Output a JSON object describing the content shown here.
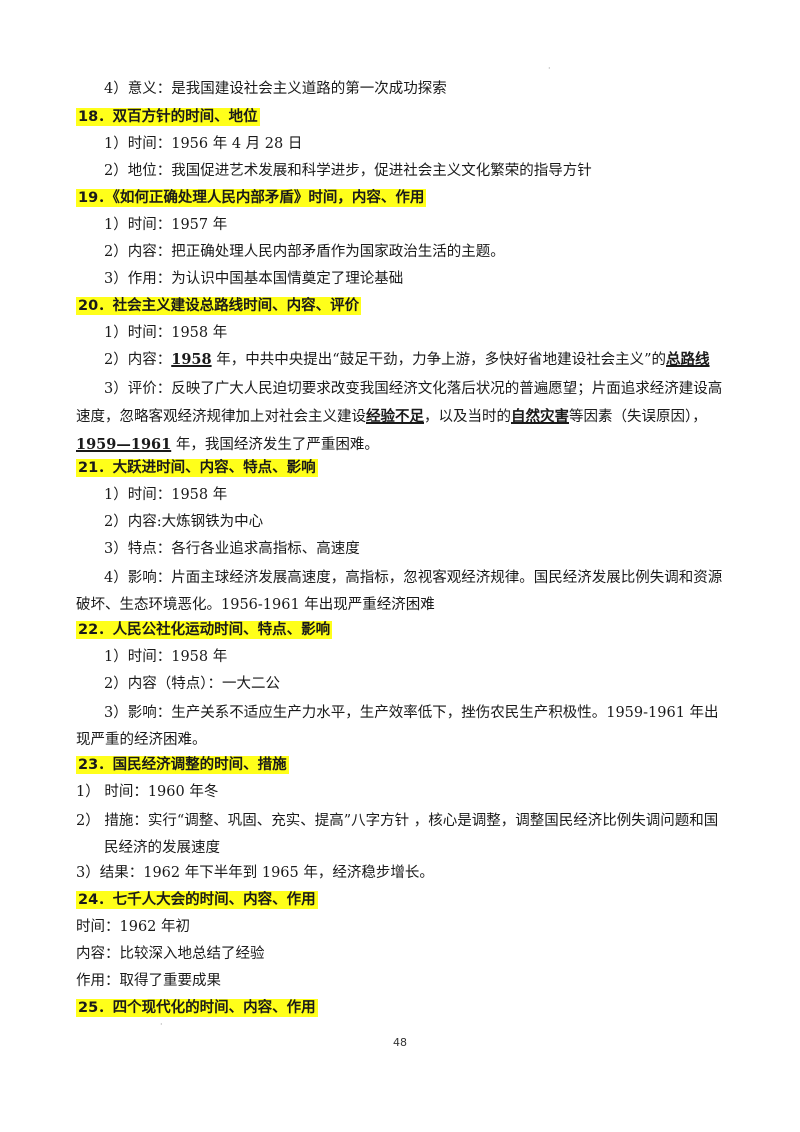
{
  "lines": [
    {
      "text": "4）意义：是我国建设社会主义道路的第一次成功探索"
    },
    {
      "text": "18．双百方针的时间、地位"
    },
    {
      "text": "1）时间：1956 年 4 月 28 日"
    },
    {
      "text": "2）地位：我国促进艺术发展和科学进步，促进社会主义文化繁荣的指导方针"
    },
    {
      "text": "19．《如何正确处理人民内部矛盾》时间，内容、作用"
    },
    {
      "text": "1）时间：1957 年"
    },
    {
      "text": "2）内容：把正确处理人民内部矛盾作为国家政治生活的主题。"
    },
    {
      "text": "3）作用：为认识中国基本国情奠定了理论基础"
    },
    {
      "text": "20．社会主义建设总路线时间、内容、评价"
    },
    {
      "text": "1）时间：1958 年"
    },
    {
      "a": "2）内容：",
      "b": "1958",
      "c": " 年，中共中央提出“鼓足干劲，力争上游，多快好省地建设社会主义”的",
      "d": "总路线"
    },
    {
      "a": "3）评价：反映了广大人民迫切要求改变我国经济文化落后状况的普遍愿望；片面追求经济建设高速度，忽略客观经济规律加上对社会主义建设",
      "b": "经验不足",
      "c": "，以及当时的",
      "d": "自然灾害",
      "e": "等因素（失误原因），",
      "f": "1959—1961",
      "g": " 年，我国经济发生了严重困难。"
    },
    {
      "text": "21．大跃进时间、内容、特点、影响"
    },
    {
      "text": "1）时间：1958 年"
    },
    {
      "text": "2）内容:大炼钢铁为中心"
    },
    {
      "text": "3）特点：各行各业追求高指标、高速度"
    },
    {
      "text": "4）影响：片面主球经济发展高速度，高指标，忽视客观经济规律。国民经济发展比例失调和资源破坏、生态环境恶化。1956-1961 年出现严重经济困难"
    },
    {
      "text": "22．人民公社化运动时间、特点、影响"
    },
    {
      "text": "1）时间：1958 年"
    },
    {
      "text": "2）内容（特点）：一大二公"
    },
    {
      "text": "3）影响：生产关系不适应生产力水平，生产效率低下，挫伤农民生产积极性。1959-1961 年出现严重的经济困难。"
    },
    {
      "text": "23．国民经济调整的时间、措施"
    },
    {
      "text": "1） 时间：1960 年冬"
    },
    {
      "text": "2） 措施：实行“调整、巩固、充实、提高”八字方针 ，核心是调整，调整国民经济比例失调问题和国民经济的发展速度"
    },
    {
      "text": "3）结果：1962 年下半年到 1965 年，经济稳步增长。"
    },
    {
      "text": "24．七千人大会的时间、内容、作用"
    },
    {
      "text": "时间：1962 年初"
    },
    {
      "text": "内容：比较深入地总结了经验"
    },
    {
      "text": "作用：取得了重要成果"
    },
    {
      "text": "25．四个现代化的时间、内容、作用"
    }
  ],
  "page_number": "48"
}
